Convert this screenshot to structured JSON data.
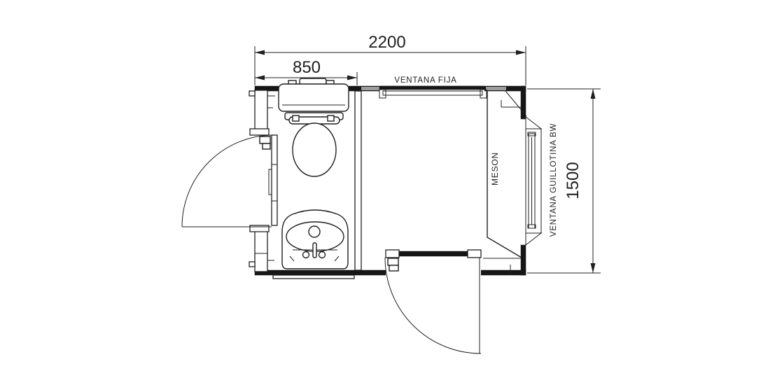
{
  "canvas": {
    "background": "#ffffff",
    "line_color": "#1f1f1f",
    "wall_fill": "#161616",
    "wall_gray": "#9c9c9c"
  },
  "dimensions": {
    "overall_width": "2200",
    "bathroom_width": "850",
    "overall_depth": "1500"
  },
  "labels": {
    "fixed_window": "VENTANA FIJA",
    "counter": "MESON",
    "sash_window": "VENTANA GUILLOTINA BW"
  }
}
